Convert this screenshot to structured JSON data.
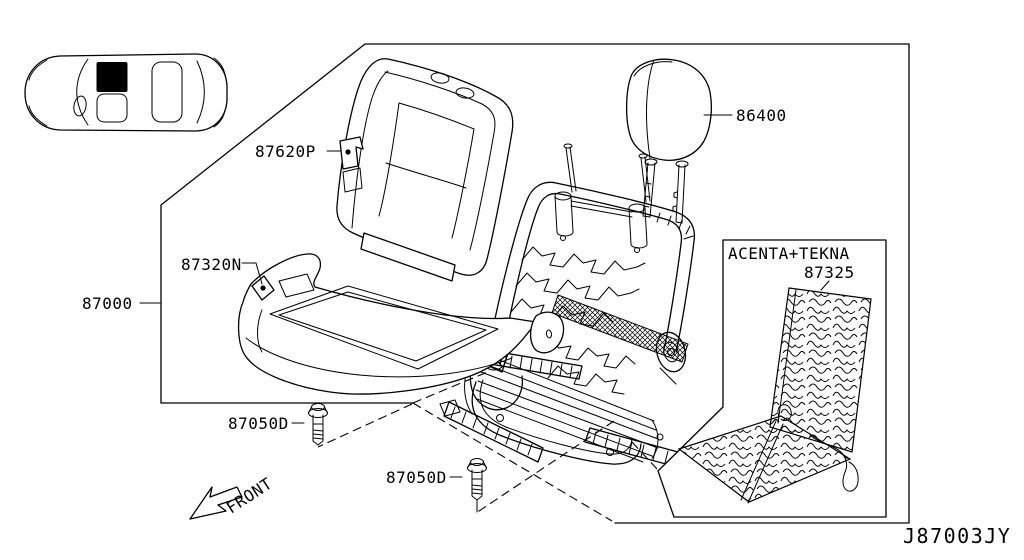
{
  "diagram": {
    "code": "J87003JY",
    "front_arrow_label": "FRONT",
    "trim_level_box": {
      "title": "ACENTA+TEKNA",
      "part_heater_unit": "87325"
    },
    "parts": {
      "seat_assembly": "87000",
      "back_trim_pad": "87620P",
      "cushion_trim_pad": "87320N",
      "headrest": "86400",
      "mounting_bolt": "87050D"
    },
    "colors": {
      "line": "#000000",
      "background": "#ffffff",
      "highlighted_seat_fill": "#000000"
    }
  }
}
